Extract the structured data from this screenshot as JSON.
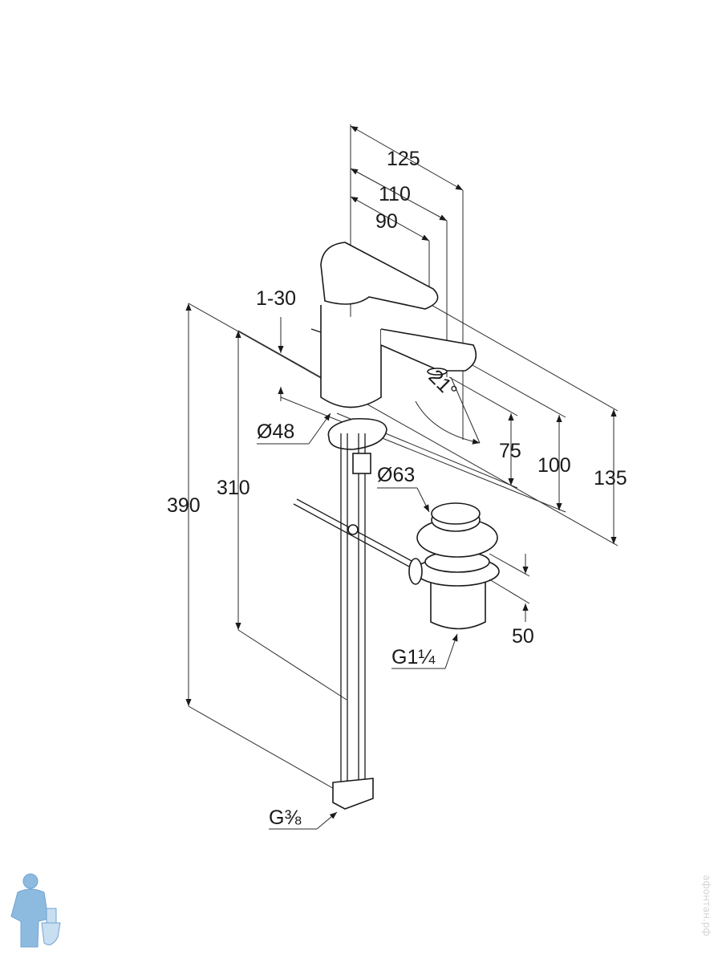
{
  "dimensions": {
    "d125": "125",
    "d110": "110",
    "d90": "90",
    "d1_30": "1-30",
    "d48": "Ø48",
    "angle": "21°",
    "d75": "75",
    "d100": "100",
    "d135": "135",
    "d63": "Ø63",
    "d390": "390",
    "d310": "310",
    "d50": "50",
    "thread_drain": "G1¼",
    "thread_hose": "G⅜"
  },
  "watermark": "афонтан.рф",
  "colors": {
    "line": "#1a1a1a",
    "logo": "#7fb2dc"
  }
}
